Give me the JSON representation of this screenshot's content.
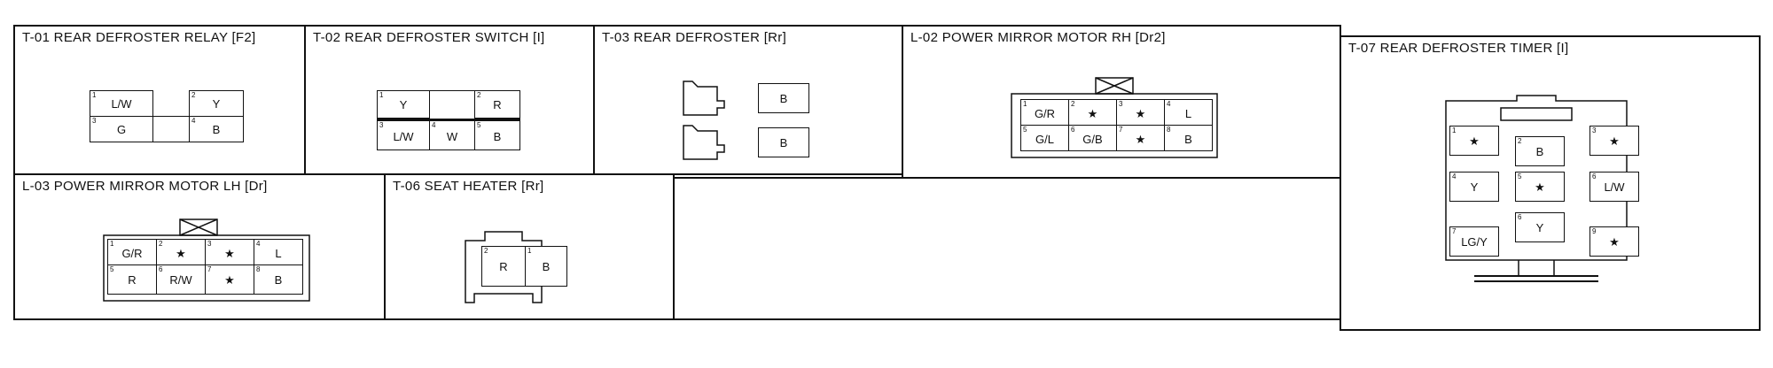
{
  "panels": {
    "t01": {
      "title": "T-01 REAR DEFROSTER RELAY [F2]",
      "cells": [
        {
          "pin": "1",
          "text": "L/W"
        },
        {
          "pin": "2",
          "text": "Y"
        },
        {
          "pin": "3",
          "text": "G"
        },
        {
          "pin": "",
          "text": ""
        },
        {
          "pin": "4",
          "text": "B"
        }
      ]
    },
    "t02": {
      "title": "T-02 REAR DEFROSTER SWITCH [I]",
      "cells": [
        {
          "pin": "1",
          "text": "Y"
        },
        {
          "pin": "2",
          "text": "R"
        },
        {
          "pin": "3",
          "text": "L/W"
        },
        {
          "pin": "4",
          "text": "W"
        },
        {
          "pin": "5",
          "text": "B"
        }
      ]
    },
    "t03": {
      "title": "T-03 REAR DEFROSTER [Rr]",
      "cells": [
        {
          "pin": "",
          "text": "B"
        },
        {
          "pin": "",
          "text": "B"
        }
      ]
    },
    "l02": {
      "title": "L-02 POWER MIRROR MOTOR RH [Dr2]",
      "cells": [
        {
          "pin": "1",
          "text": "G/R"
        },
        {
          "pin": "2",
          "text": "★"
        },
        {
          "pin": "3",
          "text": "★"
        },
        {
          "pin": "4",
          "text": "L"
        },
        {
          "pin": "5",
          "text": "G/L"
        },
        {
          "pin": "6",
          "text": "G/B"
        },
        {
          "pin": "7",
          "text": "★"
        },
        {
          "pin": "8",
          "text": "B"
        }
      ]
    },
    "t07": {
      "title": "T-07 REAR DEFROSTER  TIMER [I]",
      "cells": [
        {
          "pin": "1",
          "text": "★"
        },
        {
          "pin": "2",
          "text": "B"
        },
        {
          "pin": "3",
          "text": "★"
        },
        {
          "pin": "4",
          "text": "Y"
        },
        {
          "pin": "5",
          "text": "★"
        },
        {
          "pin": "6",
          "text": "L/W"
        },
        {
          "pin": "6",
          "text": "Y"
        },
        {
          "pin": "7",
          "text": "LG/Y"
        },
        {
          "pin": "9",
          "text": "★"
        }
      ]
    },
    "l03": {
      "title": "L-03 POWER MIRROR MOTOR LH [Dr]",
      "cells": [
        {
          "pin": "1",
          "text": "G/R"
        },
        {
          "pin": "2",
          "text": "★"
        },
        {
          "pin": "3",
          "text": "★"
        },
        {
          "pin": "4",
          "text": "L"
        },
        {
          "pin": "5",
          "text": "R"
        },
        {
          "pin": "6",
          "text": "R/W"
        },
        {
          "pin": "7",
          "text": "★"
        },
        {
          "pin": "8",
          "text": "B"
        }
      ]
    },
    "t06": {
      "title": "T-06 SEAT HEATER [Rr]",
      "cells": [
        {
          "pin": "2",
          "text": "R"
        },
        {
          "pin": "1",
          "text": "B"
        }
      ]
    }
  }
}
